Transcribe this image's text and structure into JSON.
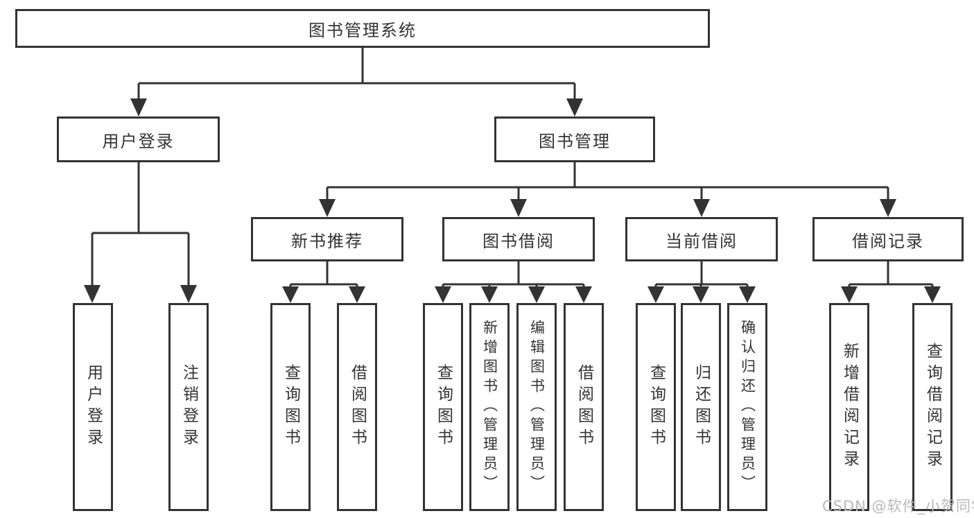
{
  "diagram_type": "hierarchy-org-chart",
  "colors": {
    "line": "#333333",
    "box_border": "#333333",
    "box_background": "#ffffff",
    "text": "#333333",
    "watermark": "#b9b9b9",
    "page_background": "#ffffff"
  },
  "tree": {
    "label": "图书管理系统",
    "children": [
      {
        "label": "用户登录",
        "children": [
          {
            "label": "用户登录"
          },
          {
            "label": "注销登录"
          }
        ]
      },
      {
        "label": "图书管理",
        "children": [
          {
            "label": "新书推荐",
            "children": [
              {
                "label": "查询图书"
              },
              {
                "label": "借阅图书"
              }
            ]
          },
          {
            "label": "图书借阅",
            "children": [
              {
                "label": "查询图书"
              },
              {
                "label": "新增图书（管理员）"
              },
              {
                "label": "编辑图书（管理员）"
              },
              {
                "label": "借阅图书"
              }
            ]
          },
          {
            "label": "当前借阅",
            "children": [
              {
                "label": "查询图书"
              },
              {
                "label": "归还图书"
              },
              {
                "label": "确认归还（管理员）"
              }
            ]
          },
          {
            "label": "借阅记录",
            "children": [
              {
                "label": "新增借阅记录"
              },
              {
                "label": "查询借阅记录"
              }
            ]
          }
        ]
      }
    ]
  },
  "watermark": {
    "text": "CSDN @软件_小贺同学"
  }
}
